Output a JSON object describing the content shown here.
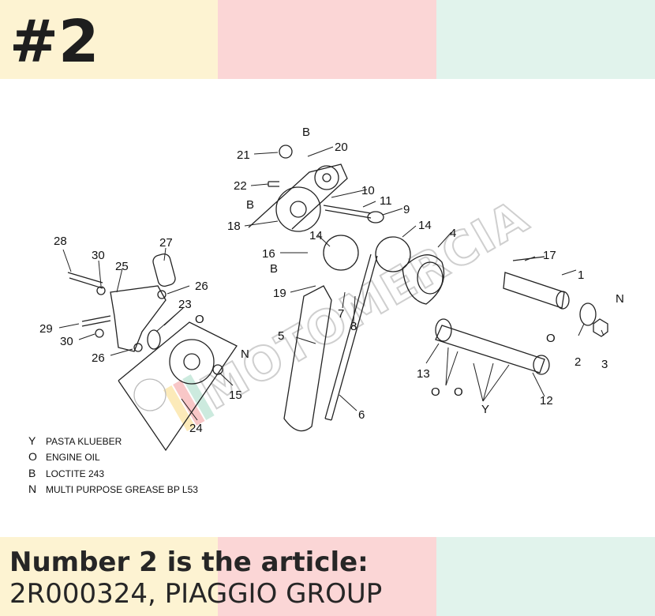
{
  "badge": "#2",
  "caption": {
    "line1": "Number 2 is the article:",
    "line2": "2R000324, PIAGGIO GROUP"
  },
  "watermark": "MOTOMERCIA",
  "colors": {
    "band_yellow": "#fdf3d2",
    "band_pink": "#fbd6d6",
    "band_mint": "#e1f3ec",
    "text_dark": "#262626"
  },
  "diagram": {
    "callouts": [
      "1",
      "2",
      "3",
      "4",
      "5",
      "6",
      "7",
      "8",
      "9",
      "10",
      "11",
      "12",
      "13",
      "14",
      "14",
      "15",
      "16",
      "17",
      "18",
      "19",
      "20",
      "21",
      "22",
      "23",
      "24",
      "25",
      "26",
      "26",
      "27",
      "28",
      "29",
      "30",
      "30"
    ],
    "material_marks": [
      "B",
      "B",
      "B",
      "N",
      "N",
      "O",
      "O",
      "O",
      "O",
      "Y"
    ],
    "legend": [
      {
        "key": "Y",
        "text": "PASTA KLUEBER"
      },
      {
        "key": "O",
        "text": "ENGINE OIL"
      },
      {
        "key": "B",
        "text": "LOCTITE 243"
      },
      {
        "key": "N",
        "text": "MULTI PURPOSE GREASE BP L53"
      }
    ]
  }
}
